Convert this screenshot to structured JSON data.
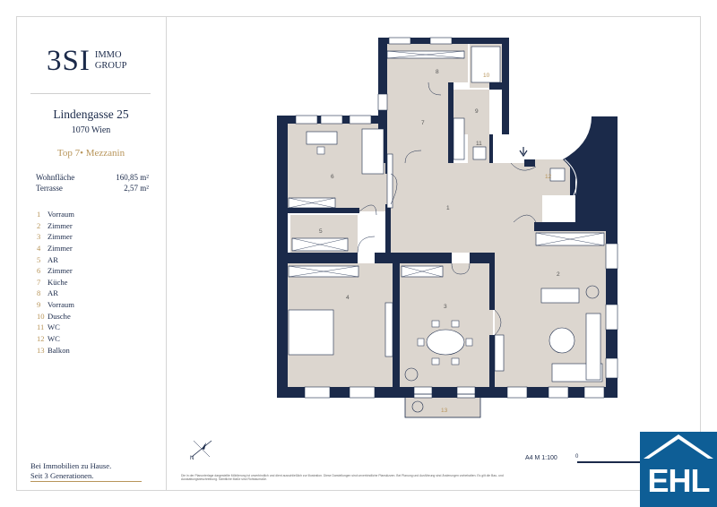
{
  "brand": {
    "logo_main": "3SI",
    "logo_sub_1": "IMMO",
    "logo_sub_2": "GROUP",
    "navy": "#1b2a4a",
    "gold": "#b8955a",
    "floor": "#dcd6cf"
  },
  "address": {
    "street": "Lindengasse 25",
    "city": "1070 Wien"
  },
  "unit": "Top 7• Mezzanin",
  "areas": [
    {
      "label": "Wohnfläche",
      "value": "160,85 m²"
    },
    {
      "label": "Terrasse",
      "value": "2,57 m²"
    }
  ],
  "legend": [
    {
      "num": "1",
      "name": "Vorraum"
    },
    {
      "num": "2",
      "name": "Zimmer"
    },
    {
      "num": "3",
      "name": "Zimmer"
    },
    {
      "num": "4",
      "name": "Zimmer"
    },
    {
      "num": "5",
      "name": "AR"
    },
    {
      "num": "6",
      "name": "Zimmer"
    },
    {
      "num": "7",
      "name": "Küche"
    },
    {
      "num": "8",
      "name": "AR"
    },
    {
      "num": "9",
      "name": "Vorraum"
    },
    {
      "num": "10",
      "name": "Dusche"
    },
    {
      "num": "11",
      "name": "WC"
    },
    {
      "num": "12",
      "name": "WC"
    },
    {
      "num": "13",
      "name": "Balkon"
    }
  ],
  "tagline_1": "Bei Immobilien zu Hause.",
  "tagline_2": "Seit 3 Generationen.",
  "disclaimer": "Die in der Planunterlage dargestellte Möblierung ist unverbindlich und dient ausschließlich zur Illustration. Diese Darstellungen sind unverbindliche Planskizzen. Bei Planung und Ausführung sind Änderungen vorbehalten. Es gilt die Bau- und Ausstattungsbeschreibung. Sämtliche Maße sind Rohbaumaße.",
  "scale": {
    "label": "A4  M 1:100",
    "zero": "0"
  },
  "ehl_logo": "EHL",
  "ehl_color": "#0e5e96",
  "compass_icon": "north-arrow-icon"
}
